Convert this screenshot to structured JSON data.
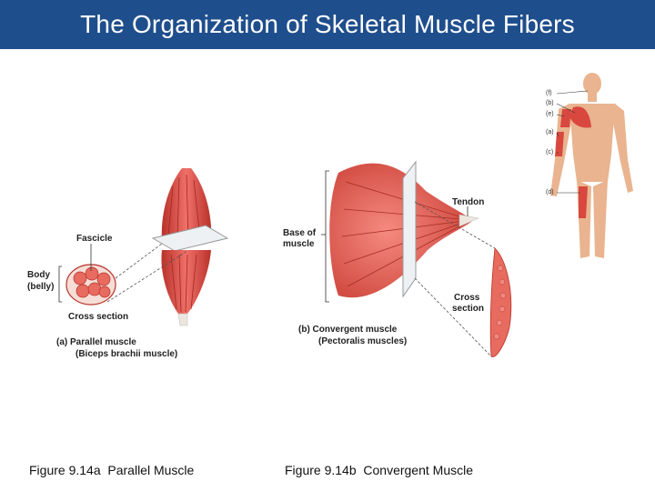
{
  "title": "The Organization of Skeletal Muscle Fibers",
  "parallel": {
    "fascicle": "Fascicle",
    "body_line1": "Body",
    "body_line2": "(belly)",
    "cross_section": "Cross section",
    "caption_line1": "(a)  Parallel muscle",
    "caption_line2": "(Biceps brachii muscle)"
  },
  "convergent": {
    "tendon": "Tendon",
    "base_line1": "Base of",
    "base_line2": "muscle",
    "cross_line1": "Cross",
    "cross_line2": "section",
    "caption_line1": "(b)  Convergent muscle",
    "caption_line2": "(Pectoralis muscles)"
  },
  "figure_keys": [
    "(f)",
    "(b)",
    "(e)",
    "(a)",
    "(c)",
    "(d)"
  ],
  "captions": {
    "left": "Figure 9.14a  Parallel Muscle",
    "right": "Figure 9.14b  Convergent Muscle"
  },
  "colors": {
    "title_bg": "#1f4e8c",
    "muscle": "#e2574c",
    "muscle_dark": "#b8322b",
    "skin": "#e9b48f"
  }
}
